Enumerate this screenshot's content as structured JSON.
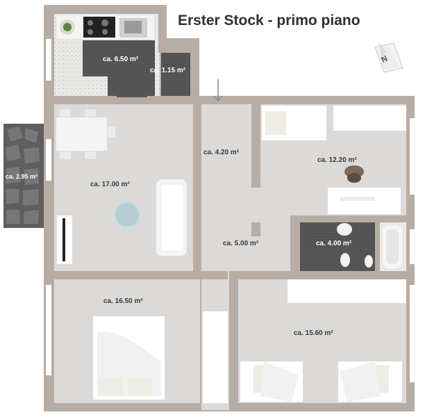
{
  "title": "Erster Stock - primo piano",
  "compass": {
    "letter": "N"
  },
  "rooms": {
    "kitchen": "ca. 6.50 m²",
    "storage": "ca. 1.15 m²",
    "balcony": "ca. 2.95 m²",
    "living": "ca. 17.00 m²",
    "entry": "ca. 4.20 m²",
    "study": "ca. 12.20 m²",
    "hall": "ca. 5.00 m²",
    "bath": "ca. 4.00 m²",
    "master": "ca. 16.50 m²",
    "twin": "ca. 15.60 m²"
  },
  "colors": {
    "wall": "#b7ada4",
    "floor": "#dcdad8",
    "tile_dark": "#545454",
    "terrazzo": "#e6e6e4",
    "stone": "#5e5e5e"
  }
}
